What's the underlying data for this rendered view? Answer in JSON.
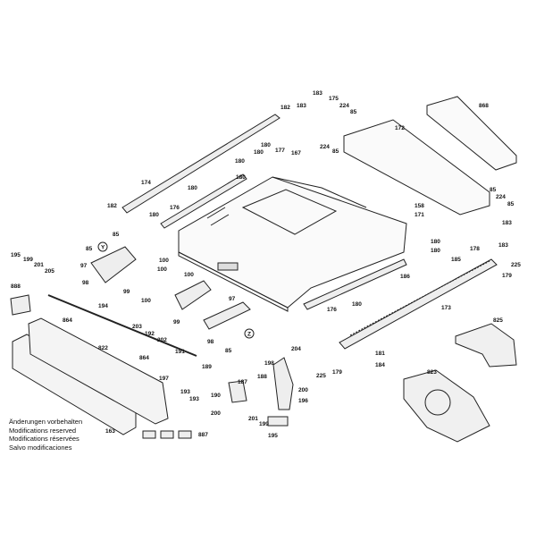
{
  "diagram": {
    "labels": {
      "l182a": "182",
      "l183a": "183",
      "l175": "175",
      "l183b": "183",
      "l224a": "224",
      "l85a": "85",
      "l172": "172",
      "l868": "868",
      "l180a": "180",
      "l177": "177",
      "l180b": "180",
      "l180c": "180",
      "l224b": "224",
      "l85b": "85",
      "l167": "167",
      "l174": "174",
      "l180d": "180",
      "l180e": "180",
      "l85c": "85",
      "l224c": "224",
      "l85d": "85",
      "l182b": "182",
      "l176a": "176",
      "l158": "158",
      "l171": "171",
      "l180f": "180",
      "l183c": "183",
      "l85e": "85",
      "l195a": "195",
      "l199a": "199",
      "l201a": "201",
      "l205": "205",
      "l85f": "85",
      "l97a": "97",
      "l98a": "98",
      "l99a": "99",
      "l100a": "100",
      "l100b": "100",
      "l100c": "100",
      "l180g": "180",
      "l180h": "180",
      "l186": "186",
      "l185": "185",
      "l178": "178",
      "l183d": "183",
      "l225a": "225",
      "l179a": "179",
      "l888": "888",
      "l194": "194",
      "l97b": "97",
      "l99b": "99",
      "l100d": "100",
      "l176b": "176",
      "l180i": "180",
      "l173": "173",
      "l825": "825",
      "l864a": "864",
      "l203": "203",
      "l822": "822",
      "l192": "192",
      "l202": "202",
      "l98b": "98",
      "l85g": "85",
      "l191": "191",
      "l204": "204",
      "l181": "181",
      "l184": "184",
      "l864b": "864",
      "l189": "189",
      "l190": "190",
      "l197": "197",
      "l193a": "193",
      "l193b": "193",
      "l187": "187",
      "l198": "198",
      "l188": "188",
      "l179b": "179",
      "l225b": "225",
      "l200a": "200",
      "l196": "196",
      "l823": "823",
      "l200b": "200",
      "l201b": "201",
      "l199b": "199",
      "l163": "163",
      "l887": "887",
      "l195b": "195",
      "lY": "Y",
      "lZ": "Z"
    },
    "notes": [
      "Änderungen vorbehalten",
      "Modifications reserved",
      "Modifications réservées",
      "Salvo modificaciones"
    ]
  }
}
